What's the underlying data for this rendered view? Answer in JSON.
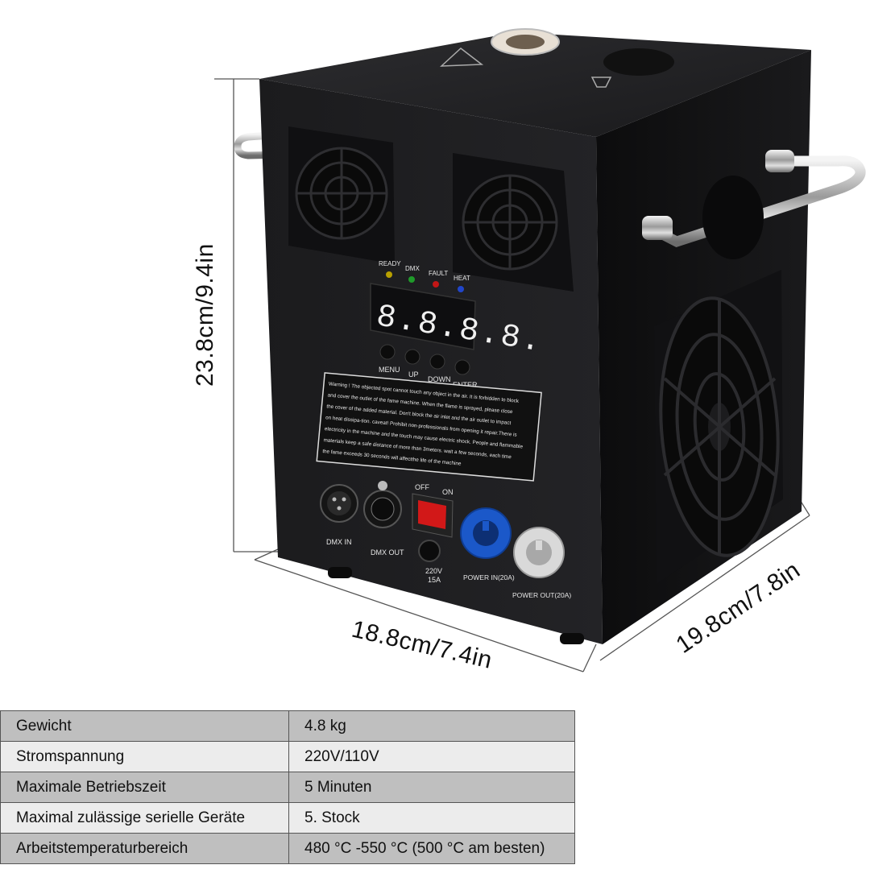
{
  "dimensions": {
    "height": "23.8cm/9.4in",
    "width": "18.8cm/7.4in",
    "depth": "19.8cm/7.8in"
  },
  "device": {
    "indicators": [
      "READY",
      "DMX",
      "FAULT",
      "HEAT"
    ],
    "display": "8.8.8.8.",
    "buttons": [
      "MENU",
      "UP",
      "DOWN",
      "ENTER"
    ],
    "warning_text": [
      "Warning ! The objected spot cannot touch any object in the air. It  is forbidden to block",
      "and cover the outlet of the fame machine. When the flame is sprayed, please close",
      "the cover of the added material. Don't block the air inlet and the air outlet to impact",
      "on heat dissipa-tion. caveat! Prohibit non-professionals from opening it repair.There is",
      "electricity in the machine and the touch may cause electric shock. People and flammable",
      "materials keep a safe distance of more than 3meters. wait a few seconds, each time",
      "the fame exceeds 30 seconds will affectthe life of the machine"
    ],
    "connectors": {
      "dmx_in": "DMX IN",
      "dmx_out": "DMX OUT",
      "switch_off": "OFF",
      "switch_on": "ON",
      "fuse_voltage": "220V",
      "fuse_current": "15A",
      "power_in": "POWER IN(20A)",
      "power_out": "POWER OUT(20A)"
    }
  },
  "specs": [
    {
      "label": "Gewicht",
      "value": "4.8 kg"
    },
    {
      "label": "Stromspannung",
      "value": "220V/110V"
    },
    {
      "label": "Maximale Betriebszeit",
      "value": "5 Minuten"
    },
    {
      "label": "Maximal zulässige serielle Geräte",
      "value": "5. Stock"
    },
    {
      "label": "Arbeitstemperaturbereich",
      "value": "480 °C  -550 °C  (500 °C am besten)"
    }
  ]
}
